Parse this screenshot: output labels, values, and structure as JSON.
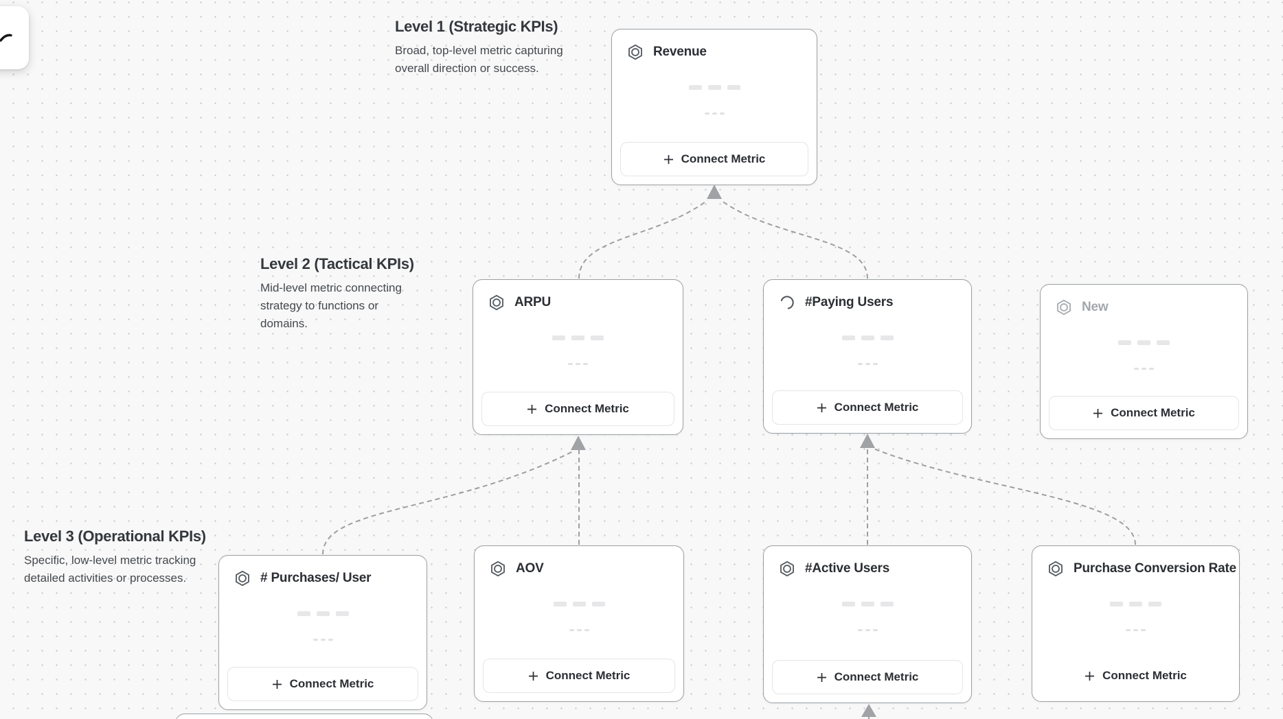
{
  "ui": {
    "background_color": "#f8f8f8",
    "dot_color": "#c7c8ca",
    "edge_color": "#9c9ea1",
    "card_border_color": "#9ba0a4",
    "card_title_color": "#2b2e33",
    "placeholder_title_color": "#a3a7ab"
  },
  "levels": [
    {
      "title": "Level 1 (Strategic KPIs)",
      "description": "Broad, top-level metric capturing overall direction or success."
    },
    {
      "title": "Level 2 (Tactical KPIs)",
      "description": "Mid-level metric connecting strategy to functions or domains."
    },
    {
      "title": "Level 3 (Operational KPIs)",
      "description": "Specific, low-level metric tracking detailed activities or processes."
    }
  ],
  "cards": [
    {
      "title": "Revenue",
      "icon": "hexagon-icon",
      "state": "default",
      "button_label": "Connect Metric"
    },
    {
      "title": "ARPU",
      "icon": "hexagon-icon",
      "state": "default",
      "button_label": "Connect Metric"
    },
    {
      "title": "#Paying Users",
      "icon": "spinner-icon",
      "state": "loading",
      "button_label": "Connect Metric"
    },
    {
      "title": "New",
      "icon": "hexagon-icon",
      "state": "placeholder",
      "button_label": "Connect Metric"
    },
    {
      "title": "# Purchases/ User",
      "icon": "hexagon-icon",
      "state": "default",
      "button_label": "Connect Metric"
    },
    {
      "title": "AOV",
      "icon": "hexagon-icon",
      "state": "default",
      "button_label": "Connect Metric"
    },
    {
      "title": "#Active Users",
      "icon": "hexagon-icon",
      "state": "default",
      "button_label": "Connect Metric"
    },
    {
      "title": "Purchase Conversion Rate",
      "icon": "hexagon-icon",
      "state": "default",
      "button_label": "Connect Metric"
    }
  ]
}
